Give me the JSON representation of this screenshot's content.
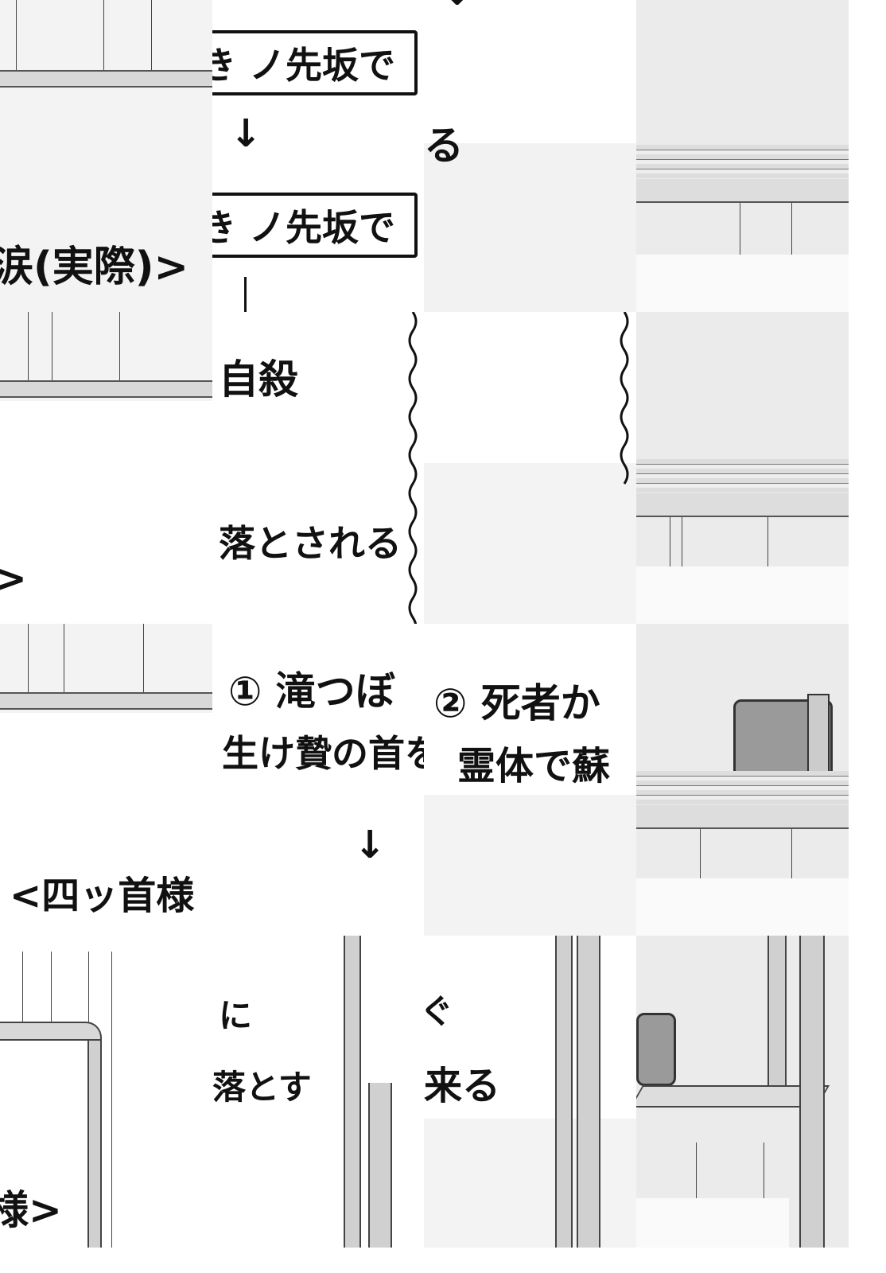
{
  "tiles": {
    "r1c2": {
      "box1": "き ノ先坂で",
      "box2": "き ノ先坂で",
      "arrow": "↓"
    },
    "r1c3": {
      "text": "る",
      "arrow": "↓"
    },
    "r1c1": {
      "text": "涙(実際)>"
    },
    "r2c2": {
      "text1": "自殺",
      "text2": "落とされる"
    },
    "r2c1": {
      "text": ">"
    },
    "r3c2": {
      "line1": "① 滝つぼ",
      "line2": "生け贄の首を",
      "arrow": "↓"
    },
    "r3c3": {
      "line1": "② 死者か",
      "line2": "霊体で蘇"
    },
    "r3c1": {
      "text": "<四ッ首様"
    },
    "r4c1": {
      "text": "様>"
    },
    "r4c2": {
      "line1": "に",
      "line2": "落とす"
    },
    "r4c3": {
      "line1": "ぐ",
      "line2": "来る"
    }
  }
}
